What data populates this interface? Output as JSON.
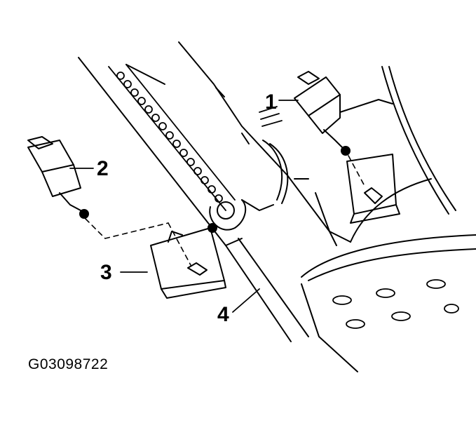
{
  "callouts": {
    "c1": "1",
    "c2": "2",
    "c3": "3",
    "c4": "4"
  },
  "figure_id": "G03098722",
  "colors": {
    "ink": "#000000",
    "paper": "#ffffff"
  }
}
